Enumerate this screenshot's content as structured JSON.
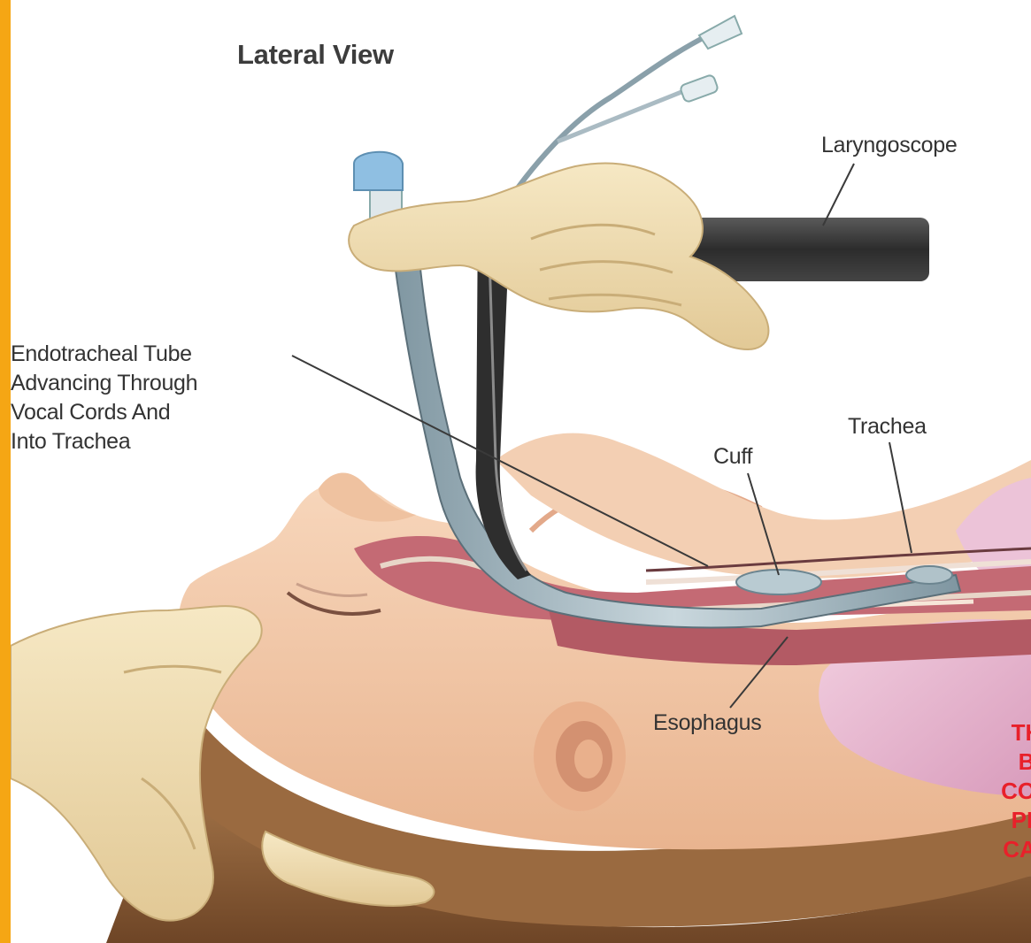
{
  "figure": {
    "title": "Lateral View",
    "labels": {
      "laryngoscope": "Laryngoscope",
      "ett_lines": [
        "Endotracheal Tube",
        "Advancing Through",
        "Vocal Cords And",
        "Into Trachea"
      ],
      "cuff": "Cuff",
      "trachea": "Trachea",
      "esophagus": "Esophagus"
    },
    "cropped_red_note_lines": [
      "TH",
      "B",
      "COR",
      "PE",
      "CAL"
    ]
  },
  "colors": {
    "frame_accent": "#f5a614",
    "skin": "#f2c9a8",
    "skin_shadow": "#dba07c",
    "glove": "#f0ddb0",
    "tube": "#9fb4be",
    "laryngoscope": "#3b3b3b",
    "airway": "#c7737a",
    "lung": "#e7b7cf",
    "hair": "#8a5d38",
    "red_note": "#e8202a"
  }
}
